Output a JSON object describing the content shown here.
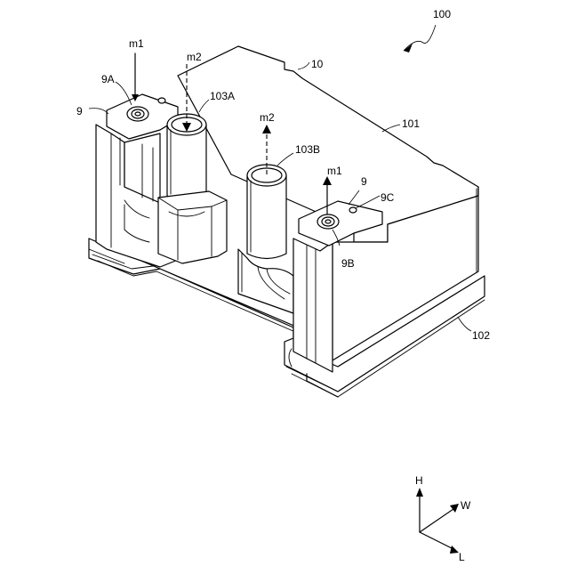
{
  "labels": {
    "assembly": "100",
    "body": "10",
    "top_face": "101",
    "base_flange": "102",
    "port_a": "103A",
    "port_b": "103B",
    "connector": "9",
    "connector_b": "9",
    "connector_a": "9A",
    "connector_b_ref": "9B",
    "connector_c": "9C",
    "flow_m1_a": "m1",
    "flow_m1_b": "m1",
    "flow_m2_a": "m2",
    "flow_m2_b": "m2"
  },
  "axes": {
    "h": "H",
    "w": "W",
    "l": "L"
  }
}
